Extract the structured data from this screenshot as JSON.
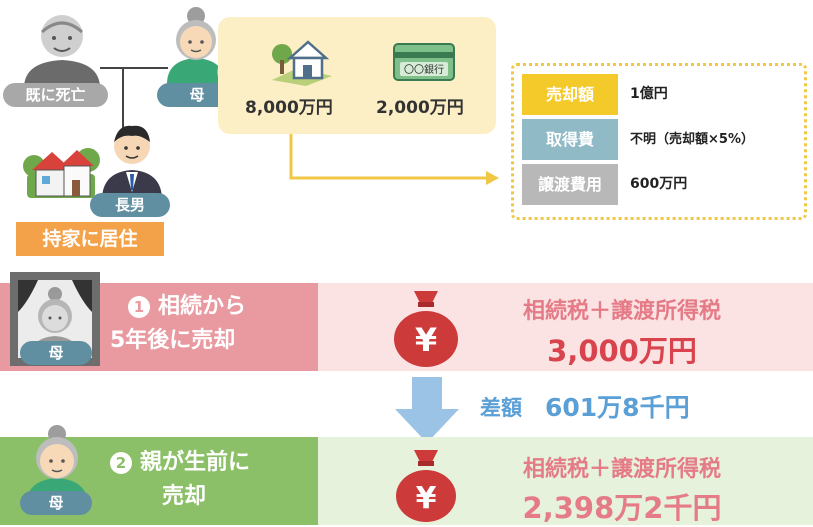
{
  "family": {
    "deceased_label": "既に死亡",
    "mother_label": "母",
    "son_label": "長男",
    "residence_label": "持家に居住"
  },
  "assets": {
    "house_amount": "8,000万円",
    "bank_amount": "2,000万円",
    "bank_card_text": "〇〇銀行"
  },
  "sale_details": [
    {
      "label": "売却額",
      "value": "1億円"
    },
    {
      "label": "取得費",
      "value": "不明（売却額×5%）"
    },
    {
      "label": "譲渡費用",
      "value": "600万円"
    }
  ],
  "scenario1": {
    "person_label": "母",
    "number": "1",
    "title_line1": "相続から",
    "title_line2": "5年後に売却",
    "tax_label": "相続税＋譲渡所得税",
    "tax_amount": "3,000万円"
  },
  "difference": {
    "label": "差額",
    "amount": "601万8千円"
  },
  "scenario2": {
    "person_label": "母",
    "number": "2",
    "title_line1": "親が生前に",
    "title_line2": "売却",
    "tax_label": "相続税＋譲渡所得税",
    "tax_amount": "2,398万2千円"
  },
  "colors": {
    "label_gray": "#a8a8a8",
    "label_teal": "#5f8fa0",
    "label_orange": "#f4a24a",
    "yellow_bg": "#fcefc5",
    "gold": "#f0c845",
    "red_band": "#e99aa0",
    "pink_band": "#fbe3e4",
    "red_bag": "#cc3a3a",
    "green_band": "#8cc068",
    "light_green": "#e6f2dc",
    "blue_arrow": "#9bc3e6",
    "pink_text": "#e57b86",
    "red_text": "#d8434d",
    "blue_text": "#5a9fd6",
    "sale_label_yellow": "#f4c92a",
    "sale_label_teal": "#8fbac6",
    "sale_label_gray": "#b8b8b8"
  }
}
